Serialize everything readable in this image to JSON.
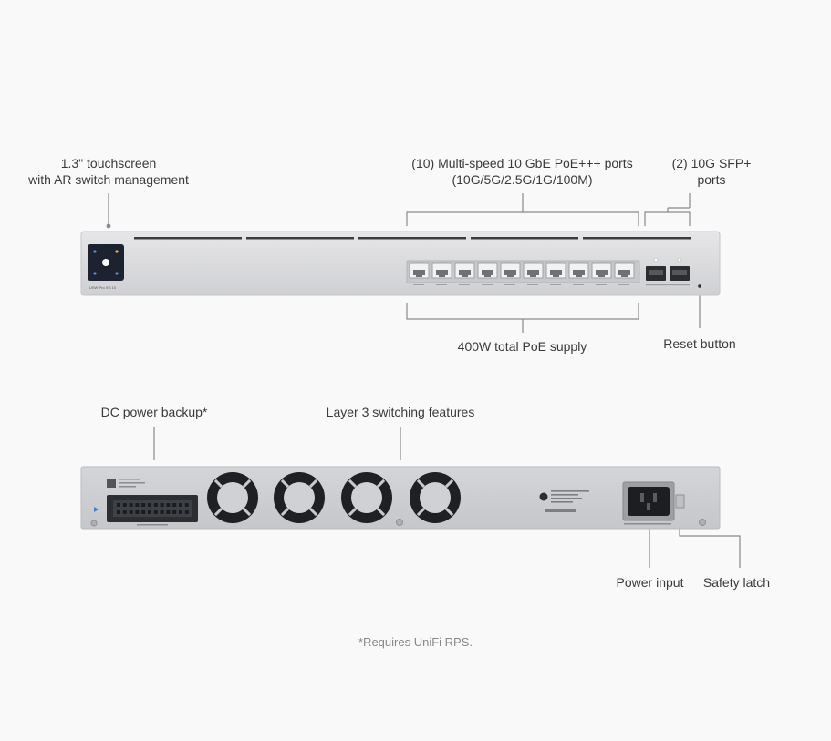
{
  "front": {
    "touchscreen_label": [
      "1.3\" touchscreen",
      "with AR switch management"
    ],
    "ports_label": [
      "(10) Multi-speed 10 GbE PoE+++ ports",
      "(10G/5G/2.5G/1G/100M)"
    ],
    "sfp_label": [
      "(2) 10G SFP+",
      "ports"
    ],
    "poe_label": "400W total PoE supply",
    "reset_label": "Reset button",
    "model_text": "USW Pro XG 10"
  },
  "rear": {
    "dc_label": "DC power backup*",
    "layer3_label": "Layer 3 switching features",
    "power_label": "Power input",
    "latch_label": "Safety latch"
  },
  "footnote": "*Requires UniFi RPS.",
  "colors": {
    "background": "#f9f9f9",
    "chassis": "#dcdcde",
    "chassis_dark": "#b9babd",
    "line": "#8a8a8a",
    "screen": "#1c2230"
  }
}
